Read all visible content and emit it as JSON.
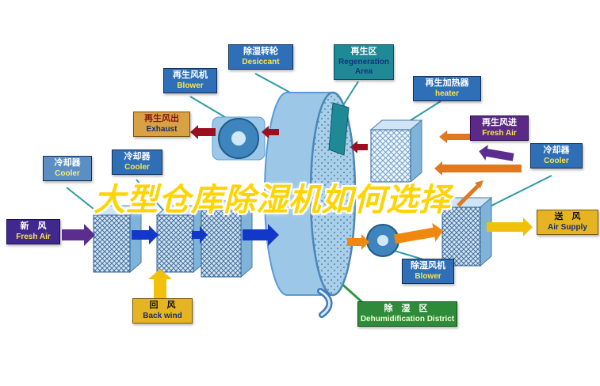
{
  "title": "大型仓库除湿机如何选择",
  "labels": {
    "regen_blower": {
      "zh": "再生风机",
      "en": "Blower"
    },
    "desiccant_wheel": {
      "zh": "除湿转轮",
      "en": "Desiccant"
    },
    "regen_area": {
      "zh": "再生区",
      "en": "Regeneration Area"
    },
    "regen_heater": {
      "zh": "再生加热器",
      "en": "heater"
    },
    "exhaust": {
      "zh": "再生风出",
      "en": "Exhaust"
    },
    "regen_fresh_air": {
      "zh": "再生风进",
      "en": "Fresh Air"
    },
    "cooler_left_outer": {
      "zh": "冷却器",
      "en": "Cooler"
    },
    "cooler_left_inner": {
      "zh": "冷却器",
      "en": "Cooler"
    },
    "cooler_right": {
      "zh": "冷却器",
      "en": "Cooler"
    },
    "fresh_air": {
      "zh": "新　风",
      "en": "Fresh Air"
    },
    "air_supply": {
      "zh": "送　风",
      "en": "Air Supply"
    },
    "back_wind": {
      "zh": "回　风",
      "en": "Back wind"
    },
    "dehumid_blower": {
      "zh": "除湿风机",
      "en": "Blower"
    },
    "dehumid_district": {
      "zh": "除 湿 区",
      "en": "Dehumidification District"
    }
  },
  "colors": {
    "title_text": "#ffd400",
    "title_outline": "#ffffff",
    "arrow_dark_red": "#9b1020",
    "arrow_orange": "#e07820",
    "arrow_yellow": "#f0c00a",
    "arrow_blue": "#1238c8",
    "arrow_purple": "#5b2d8e",
    "wheel_blue": "#9cc7e6",
    "label_blue": "#2f6fb8",
    "label_teal": "#1f8a96",
    "label_gold": "#e6b422",
    "label_green": "#2e8b3a",
    "label_purple": "#5b2a86",
    "connector_teal": "#2a9aa8",
    "connector_green": "#2f9a3f"
  }
}
